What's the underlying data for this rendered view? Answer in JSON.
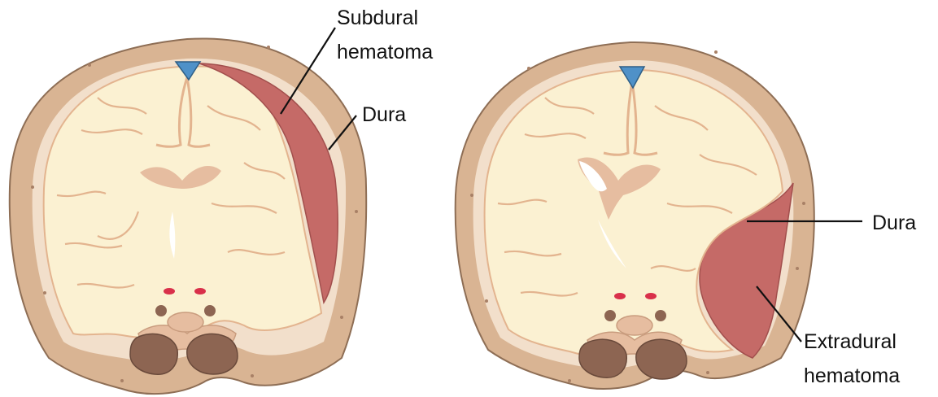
{
  "labels": {
    "left_subdural_line1": "Subdural",
    "left_subdural_line2": "hematoma",
    "left_dura": "Dura",
    "right_dura": "Dura",
    "right_extradural_line1": "Extradural",
    "right_extradural_line2": "hematoma"
  },
  "colors": {
    "skull": "#d9b493",
    "skull_edge": "#8e6e55",
    "dura_layer": "#f2dfcb",
    "brain": "#fbf1d2",
    "sulci": "#e3b48f",
    "hematoma": "#c56a67",
    "hematoma_edge": "#a24f4d",
    "sinus": "#4f91c8",
    "brainstem": "#8d6552",
    "ventricle": "#e6bda0",
    "vessel": "#d9304a"
  }
}
